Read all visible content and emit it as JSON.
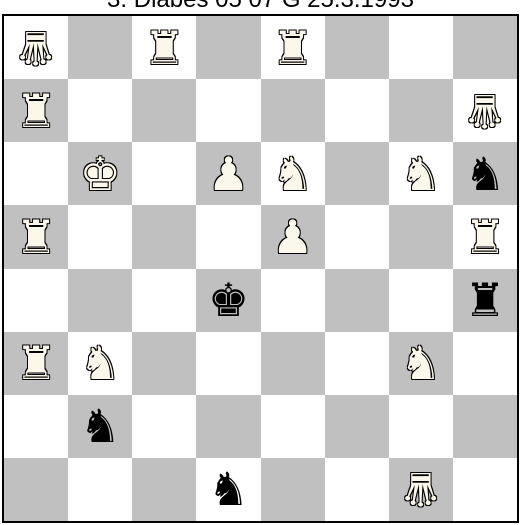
{
  "caption": "3. Diabes 05 07 G 25.3.1993",
  "board": {
    "colors": {
      "light": "#ffffff",
      "dark": "#c0c0c0",
      "white_piece": "#fbf7ea",
      "black_piece": "#000000"
    },
    "ranks": [
      [
        "wG",
        "",
        "wR",
        "",
        "wR",
        "",
        "",
        ""
      ],
      [
        "wR",
        "",
        "",
        "",
        "",
        "",
        "",
        "wG"
      ],
      [
        "",
        "wK",
        "",
        "wP",
        "wN",
        "",
        "wN",
        "bN"
      ],
      [
        "wR",
        "",
        "",
        "",
        "wP",
        "",
        "",
        "wR"
      ],
      [
        "",
        "",
        "",
        "bK",
        "",
        "",
        "",
        "bR"
      ],
      [
        "wR",
        "wN",
        "",
        "",
        "",
        "",
        "wN",
        ""
      ],
      [
        "",
        "bN",
        "",
        "",
        "",
        "",
        "",
        ""
      ],
      [
        "",
        "",
        "",
        "bN",
        "",
        "",
        "wG",
        ""
      ]
    ],
    "piece_names": {
      "K": "king-icon",
      "N": "knight-icon",
      "R": "rook-icon",
      "P": "pawn-icon",
      "G": "grasshopper-icon"
    }
  }
}
